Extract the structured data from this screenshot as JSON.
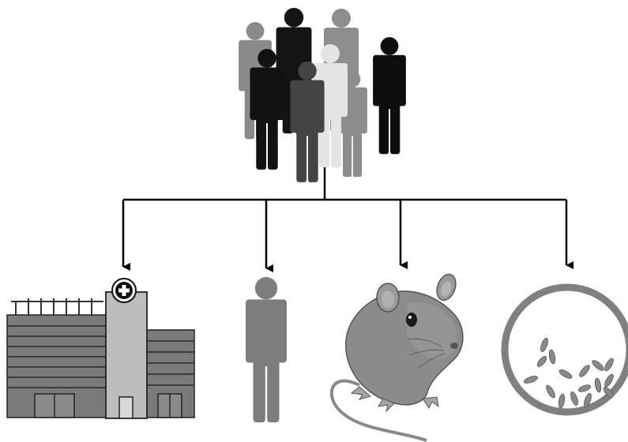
{
  "diagram": {
    "nodes": [
      {
        "id": "population",
        "icon": "crowd-icon"
      },
      {
        "id": "hospital",
        "icon": "hospital-icon"
      },
      {
        "id": "individual",
        "icon": "person-icon"
      },
      {
        "id": "animal-model",
        "icon": "mouse-icon"
      },
      {
        "id": "cell-culture",
        "icon": "petri-dish-icon"
      }
    ],
    "edges": [
      {
        "from": "population",
        "to": "hospital"
      },
      {
        "from": "population",
        "to": "individual"
      },
      {
        "from": "population",
        "to": "animal-model"
      },
      {
        "from": "population",
        "to": "cell-culture"
      }
    ],
    "colors": {
      "black": "#111111",
      "dark_gray": "#444444",
      "mid_gray": "#777777",
      "light_gray": "#9a9a9a",
      "near_white": "#e2e2e2",
      "line": "#000000"
    }
  }
}
